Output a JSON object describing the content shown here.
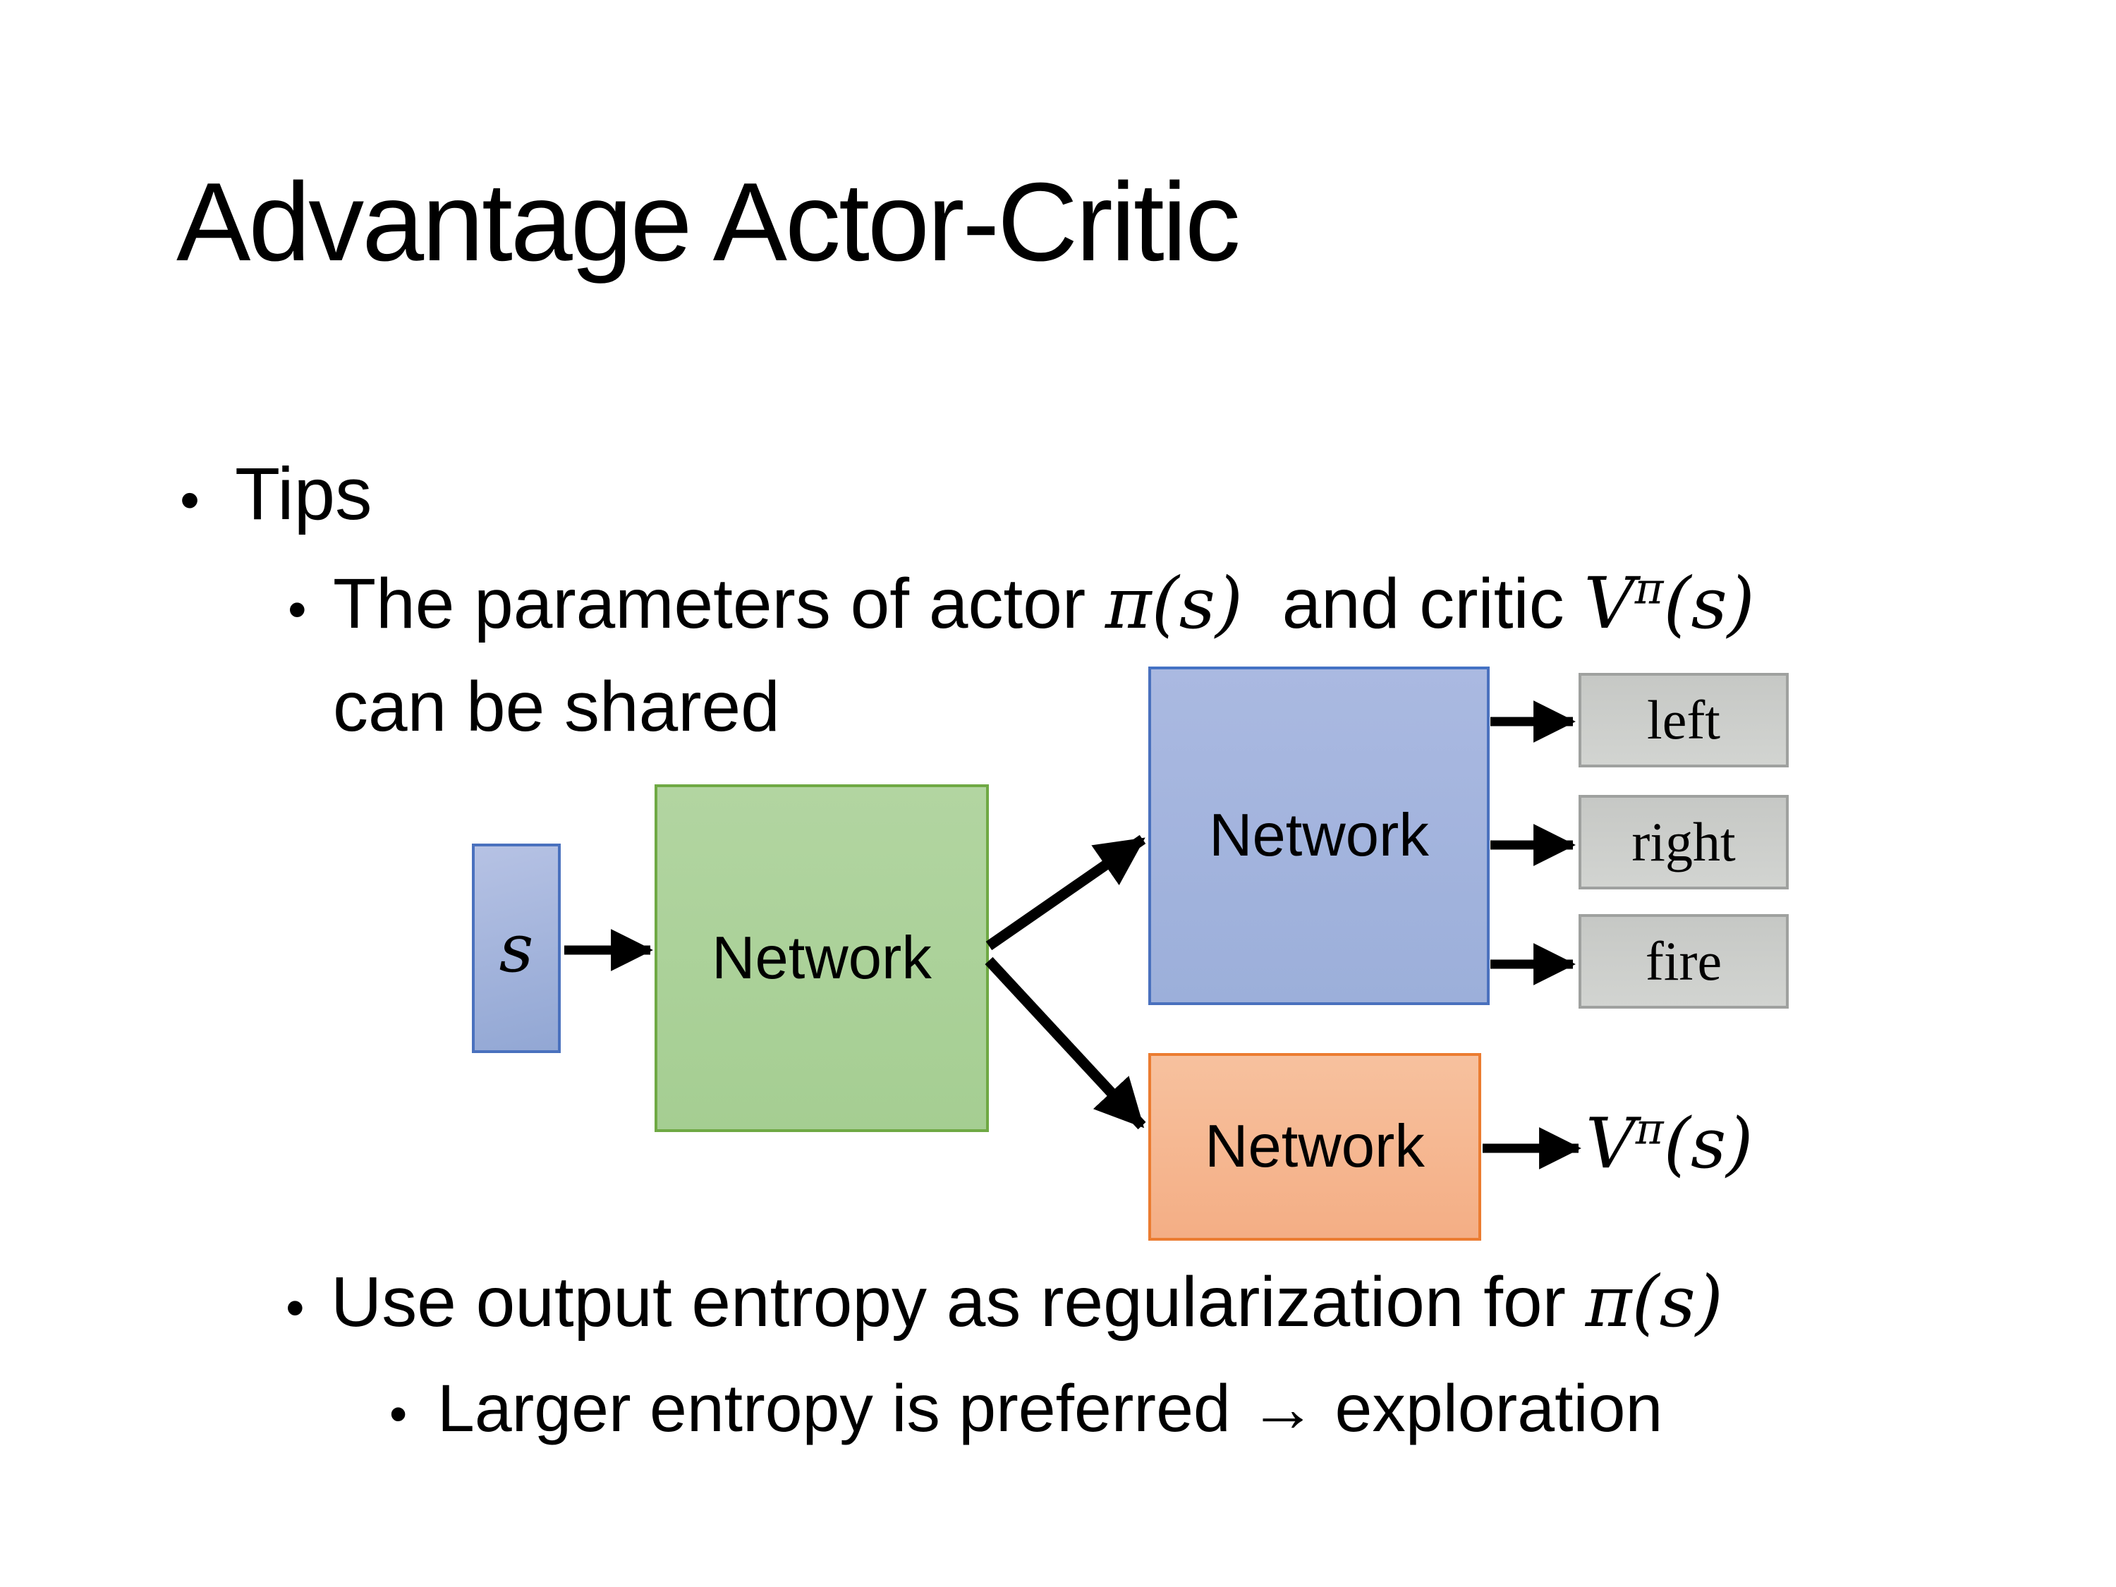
{
  "slide_title": "Advantage Actor-Critic",
  "bullet_glyph": "•",
  "bullets": {
    "tips": "Tips",
    "shared": {
      "part1": "The parameters of actor ",
      "actor_math": "π(s)",
      "part2": "  and critic ",
      "critic_V": "V",
      "critic_sup": "π",
      "critic_args": "(s)",
      "line2": "can be shared"
    },
    "entropy": {
      "part1": "Use output entropy as regularization for ",
      "math": "π(s)"
    },
    "exploration": "Larger entropy is preferred → exploration"
  },
  "diagram": {
    "state_label": "s",
    "shared_network_label": "Network",
    "actor_network_label": "Network",
    "critic_network_label": "Network",
    "action_outputs": [
      "left",
      "right",
      "fire"
    ],
    "value_output": {
      "V": "V",
      "sup": "π",
      "args": "(s)"
    },
    "colors": {
      "state_fill": "#a9b8df",
      "state_border": "#4a71be",
      "shared_fill": "#abd09d",
      "shared_border": "#6fa944",
      "actor_fill": "#a3b4de",
      "actor_border": "#4472c4",
      "critic_fill": "#f5b58f",
      "critic_border": "#eb7c31",
      "output_fill": "#c9cbc8",
      "output_border": "#9fa19f",
      "arrow": "#000000"
    }
  }
}
